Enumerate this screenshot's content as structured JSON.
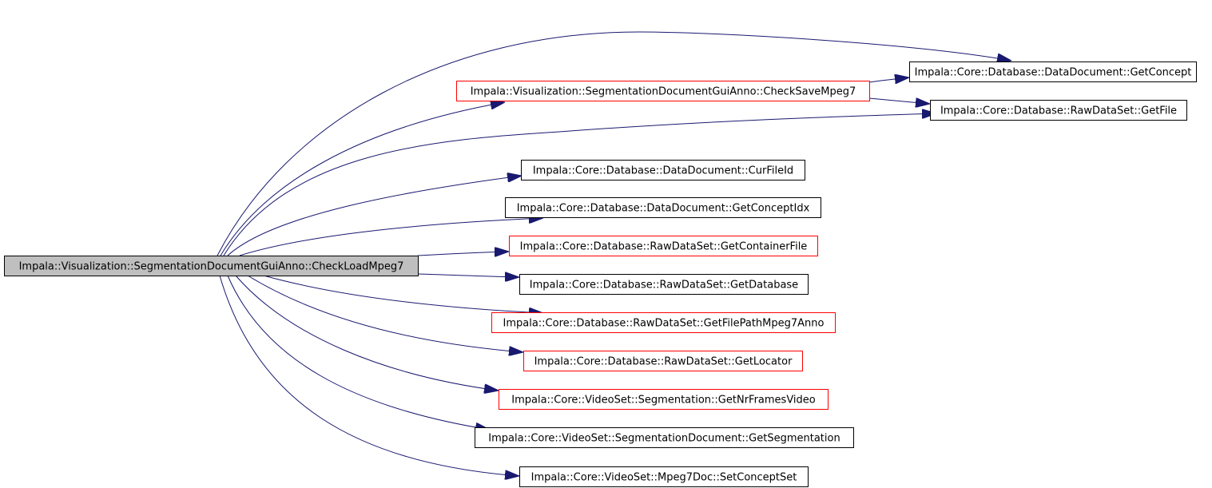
{
  "graph": {
    "colors": {
      "edge": "#191970",
      "root_fill": "#bfbfbf",
      "node_border_normal": "#000000",
      "node_border_highlight": "#ff0000",
      "node_fill": "#ffffff"
    },
    "root": {
      "id": "root",
      "label": "Impala::Visualization::SegmentationDocumentGuiAnno::CheckLoadMpeg7"
    },
    "nodes": [
      {
        "id": "get-concept",
        "label": "Impala::Core::Database::DataDocument::GetConcept",
        "border": "normal"
      },
      {
        "id": "check-save-mpeg7",
        "label": "Impala::Visualization::SegmentationDocumentGuiAnno::CheckSaveMpeg7",
        "border": "highlight"
      },
      {
        "id": "get-file",
        "label": "Impala::Core::Database::RawDataSet::GetFile",
        "border": "normal"
      },
      {
        "id": "cur-file-id",
        "label": "Impala::Core::Database::DataDocument::CurFileId",
        "border": "normal"
      },
      {
        "id": "get-concept-idx",
        "label": "Impala::Core::Database::DataDocument::GetConceptIdx",
        "border": "normal"
      },
      {
        "id": "get-container-file",
        "label": "Impala::Core::Database::RawDataSet::GetContainerFile",
        "border": "highlight"
      },
      {
        "id": "get-database",
        "label": "Impala::Core::Database::RawDataSet::GetDatabase",
        "border": "normal"
      },
      {
        "id": "get-file-path-mpeg7-anno",
        "label": "Impala::Core::Database::RawDataSet::GetFilePathMpeg7Anno",
        "border": "highlight"
      },
      {
        "id": "get-locator",
        "label": "Impala::Core::Database::RawDataSet::GetLocator",
        "border": "highlight"
      },
      {
        "id": "get-nr-frames-video",
        "label": "Impala::Core::VideoSet::Segmentation::GetNrFramesVideo",
        "border": "highlight"
      },
      {
        "id": "get-segmentation",
        "label": "Impala::Core::VideoSet::SegmentationDocument::GetSegmentation",
        "border": "normal"
      },
      {
        "id": "set-concept-set",
        "label": "Impala::Core::VideoSet::Mpeg7Doc::SetConceptSet",
        "border": "normal"
      }
    ],
    "edges": [
      {
        "from": "root",
        "to": "get-concept"
      },
      {
        "from": "root",
        "to": "check-save-mpeg7"
      },
      {
        "from": "root",
        "to": "get-file"
      },
      {
        "from": "root",
        "to": "cur-file-id"
      },
      {
        "from": "root",
        "to": "get-concept-idx"
      },
      {
        "from": "root",
        "to": "get-container-file"
      },
      {
        "from": "root",
        "to": "get-database"
      },
      {
        "from": "root",
        "to": "get-file-path-mpeg7-anno"
      },
      {
        "from": "root",
        "to": "get-locator"
      },
      {
        "from": "root",
        "to": "get-nr-frames-video"
      },
      {
        "from": "root",
        "to": "get-segmentation"
      },
      {
        "from": "root",
        "to": "set-concept-set"
      },
      {
        "from": "check-save-mpeg7",
        "to": "get-concept"
      },
      {
        "from": "check-save-mpeg7",
        "to": "get-file"
      }
    ]
  }
}
